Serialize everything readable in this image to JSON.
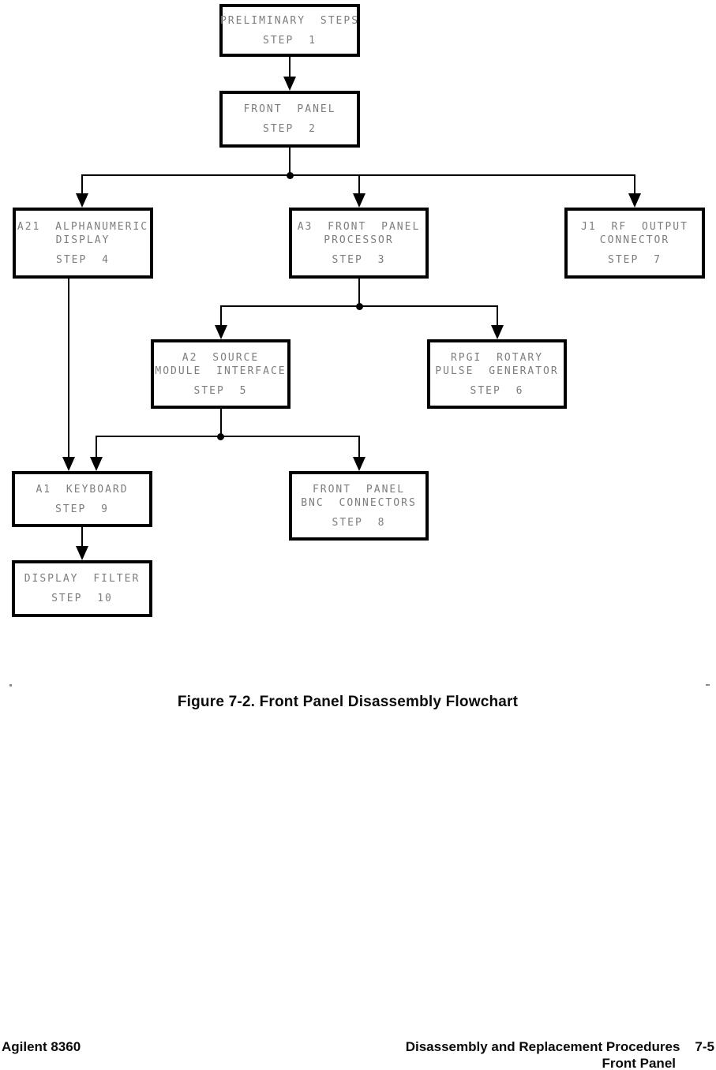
{
  "page": {
    "caption": "Figure 7-2. Front Panel Disassembly Flowchart",
    "footer": {
      "left": "Agilent 8360",
      "right_line1": "Disassembly and Replacement Procedures",
      "page_number": "7-5",
      "right_line2": "Front Panel"
    }
  },
  "colors": {
    "box_border": "#000000",
    "connector_line": "#000000",
    "box_text": "#7d7d7d",
    "caption_text": "#0a0a0a"
  },
  "diagram": {
    "title": "Front Panel Disassembly Flowchart",
    "nodes": [
      {
        "id": "step1",
        "lines": [
          "PRELIMINARY STEPS"
        ],
        "step": "STEP 1"
      },
      {
        "id": "step2",
        "lines": [
          "FRONT PANEL"
        ],
        "step": "STEP 2"
      },
      {
        "id": "step4",
        "lines": [
          "A21 ALPHANUMERIC",
          "DISPLAY"
        ],
        "step": "STEP 4"
      },
      {
        "id": "step3",
        "lines": [
          "A3 FRONT PANEL",
          "PROCESSOR"
        ],
        "step": "STEP 3"
      },
      {
        "id": "step7",
        "lines": [
          "J1 RF OUTPUT",
          "CONNECTOR"
        ],
        "step": "STEP 7"
      },
      {
        "id": "step5",
        "lines": [
          "A2 SOURCE",
          "MODULE INTERFACE"
        ],
        "step": "STEP 5"
      },
      {
        "id": "step6",
        "lines": [
          "RPGI ROTARY",
          "PULSE GENERATOR"
        ],
        "step": "STEP 6"
      },
      {
        "id": "step9",
        "lines": [
          "A1 KEYBOARD"
        ],
        "step": "STEP 9"
      },
      {
        "id": "step8",
        "lines": [
          "FRONT PANEL",
          "BNC CONNECTORS"
        ],
        "step": "STEP 8"
      },
      {
        "id": "step10",
        "lines": [
          "DISPLAY FILTER"
        ],
        "step": "STEP 10"
      }
    ],
    "edges": [
      {
        "from": "STEP 1",
        "to": "STEP 2"
      },
      {
        "from": "STEP 2",
        "to": "STEP 4"
      },
      {
        "from": "STEP 2",
        "to": "STEP 3"
      },
      {
        "from": "STEP 2",
        "to": "STEP 7"
      },
      {
        "from": "STEP 3",
        "to": "STEP 5"
      },
      {
        "from": "STEP 3",
        "to": "STEP 6"
      },
      {
        "from": "STEP 4",
        "to": "STEP 9"
      },
      {
        "from": "STEP 5",
        "to": "STEP 9"
      },
      {
        "from": "STEP 5",
        "to": "STEP 8"
      },
      {
        "from": "STEP 9",
        "to": "STEP 10"
      }
    ]
  }
}
